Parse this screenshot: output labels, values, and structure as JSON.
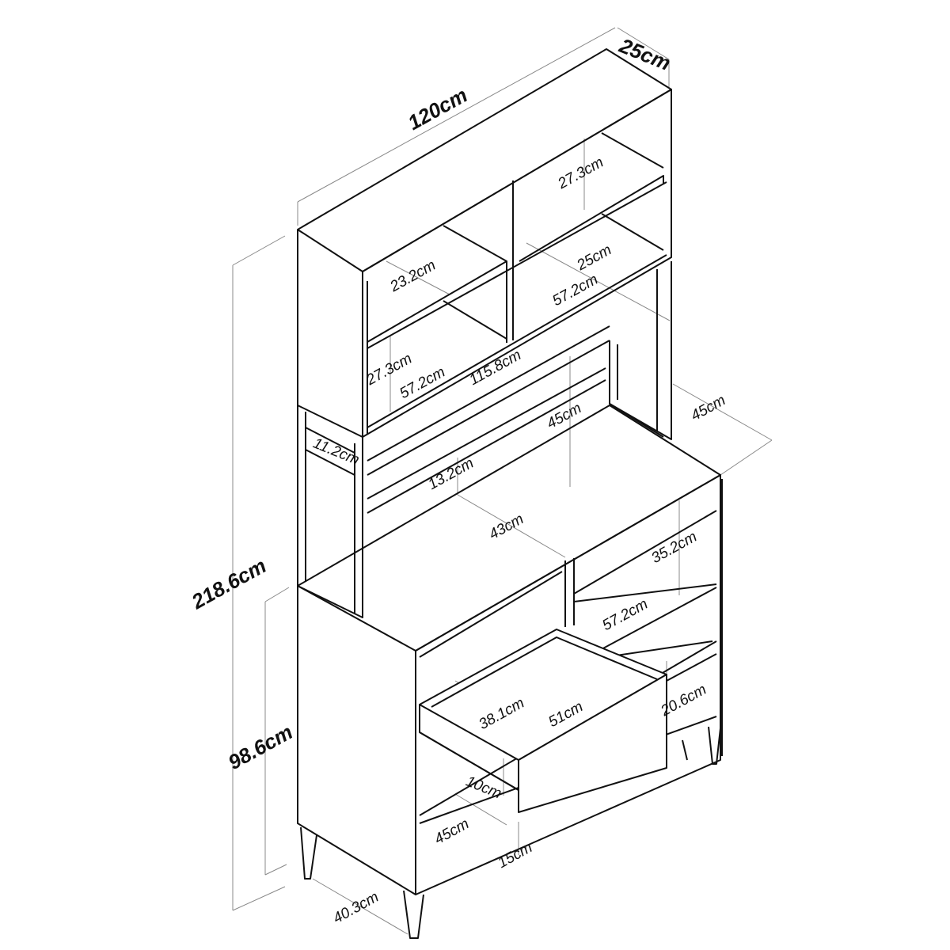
{
  "diagram": {
    "title": "Kitchen cabinet / hutch dimension drawing",
    "line_color": "#111111",
    "dim_line_color": "#777777",
    "labels": {
      "width_total": "120cm",
      "depth_top": "25cm",
      "height_total": "218.6cm",
      "height_base": "98.6cm",
      "upper_right_shelf_height": "27.3cm",
      "upper_left_shelf_depth": "23.2cm",
      "upper_right_shelf_depth": "25cm",
      "upper_right_shelf_width": "57.2cm",
      "upper_left_lower_height": "27.3cm",
      "upper_left_shelf_width": "57.2cm",
      "upper_inner_width": "115.8cm",
      "hutch_opening_height": "45cm",
      "side_frame_gap": "11.2cm",
      "rail_height": "13.2cm",
      "base_depth": "45cm",
      "countertop_depth": "43cm",
      "right_compartment_height": "35.2cm",
      "right_shelf_width": "57.2cm",
      "drawer_inner_depth": "38.1cm",
      "drawer_inner_width": "51cm",
      "drawer_height": "10cm",
      "lower_right_height": "20.6cm",
      "bottom_shelf_depth": "45cm",
      "leg_height": "15cm",
      "leg_spacing_side": "40.3cm"
    }
  }
}
